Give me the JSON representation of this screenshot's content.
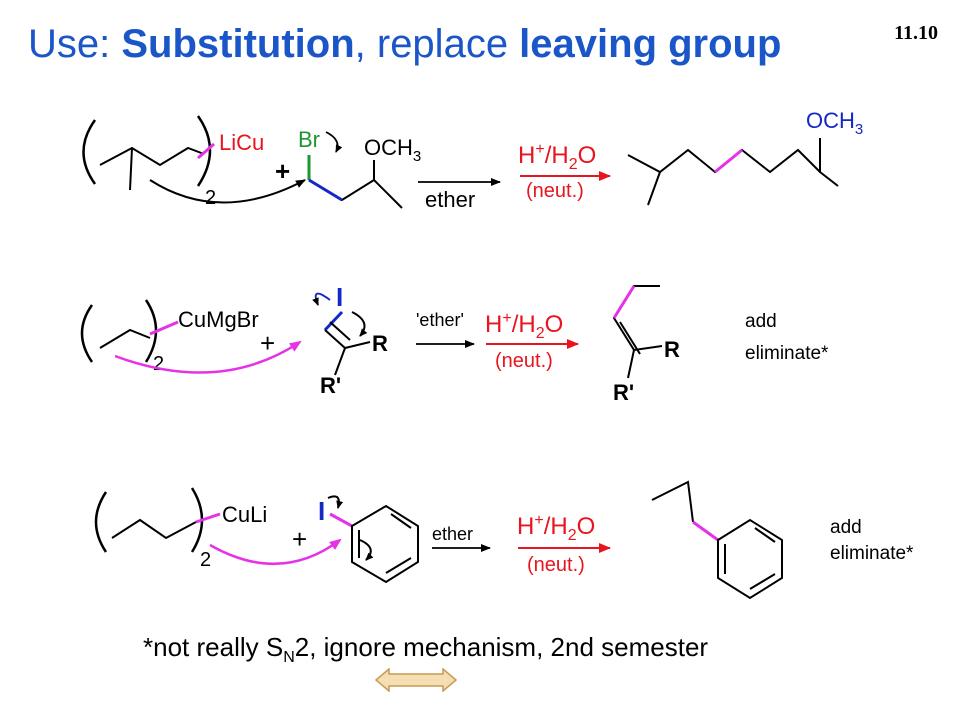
{
  "header": {
    "title_prefix": "Use: ",
    "title_bold1": "Substitution",
    "title_mid": ", replace ",
    "title_bold2": "leaving group",
    "slide_number": "11.10"
  },
  "reaction1": {
    "reagent": "LiCu",
    "subscript": "2",
    "plus": "+",
    "leaving_group": "Br",
    "substituent": "OCH",
    "substituent_sub": "3",
    "solvent": "ether",
    "workup": "H",
    "workup_plus": "+",
    "workup_rest": "/H",
    "workup_sub": "2",
    "workup_end": "O",
    "workup_note": "(neut.)",
    "product_substituent": "OCH",
    "product_sub": "3"
  },
  "reaction2": {
    "reagent": "CuMgBr",
    "subscript": "2",
    "plus": "+",
    "leaving_group": "I",
    "group_r": "R",
    "group_rprime": "R'",
    "solvent": "'ether'",
    "workup": "H",
    "workup_plus": "+",
    "workup_rest": "/H",
    "workup_sub": "2",
    "workup_end": "O",
    "workup_note": "(neut.)",
    "product_r": "R",
    "product_rprime": "R'",
    "note_line1": "add",
    "note_line2": "eliminate*"
  },
  "reaction3": {
    "reagent": "CuLi",
    "subscript": "2",
    "plus": "+",
    "leaving_group": "I",
    "solvent": "ether",
    "workup": "H",
    "workup_plus": "+",
    "workup_rest": "/H",
    "workup_sub": "2",
    "workup_end": "O",
    "workup_note": "(neut.)",
    "note_line1": "add",
    "note_line2": "eliminate*"
  },
  "footnote": {
    "prefix": "*not really S",
    "sub": "N",
    "suffix": "2, ignore mechanism, 2nd semester"
  },
  "colors": {
    "title": "#1a56c8",
    "red": "#e8141e",
    "green": "#1e9632",
    "blue": "#1428c8",
    "magenta": "#e632e6",
    "nav_fill": "#f5deb3",
    "nav_stroke": "#c89a50"
  }
}
